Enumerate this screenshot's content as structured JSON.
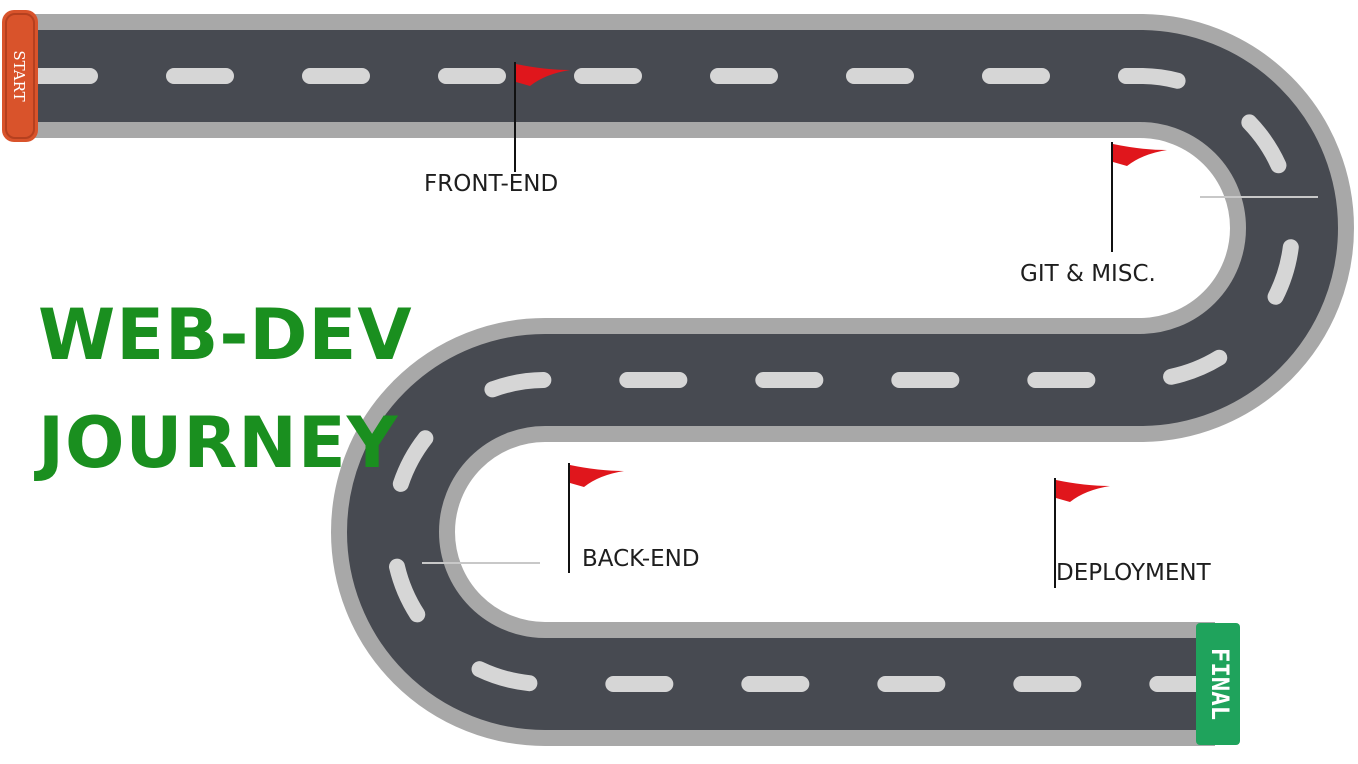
{
  "title": {
    "line1": "WEB-DEV",
    "line2": "JOURNEY",
    "color": "#1a8f1f"
  },
  "start_sign": {
    "label": "START",
    "color": "#d9532b"
  },
  "final_sign": {
    "label": "FINAL",
    "color": "#1fa35c"
  },
  "milestones": [
    {
      "id": "front-end",
      "label": "FRONT-END"
    },
    {
      "id": "git-misc",
      "label": "GIT &  MISC."
    },
    {
      "id": "back-end",
      "label": "BACK-END"
    },
    {
      "id": "deployment",
      "label": "DEPLOYMENT"
    }
  ],
  "colors": {
    "road": "#474a51",
    "shoulder": "#a8a8a8",
    "lane_mark": "#d6d6d6",
    "flag": "#e0161c",
    "pole": "#111111"
  }
}
